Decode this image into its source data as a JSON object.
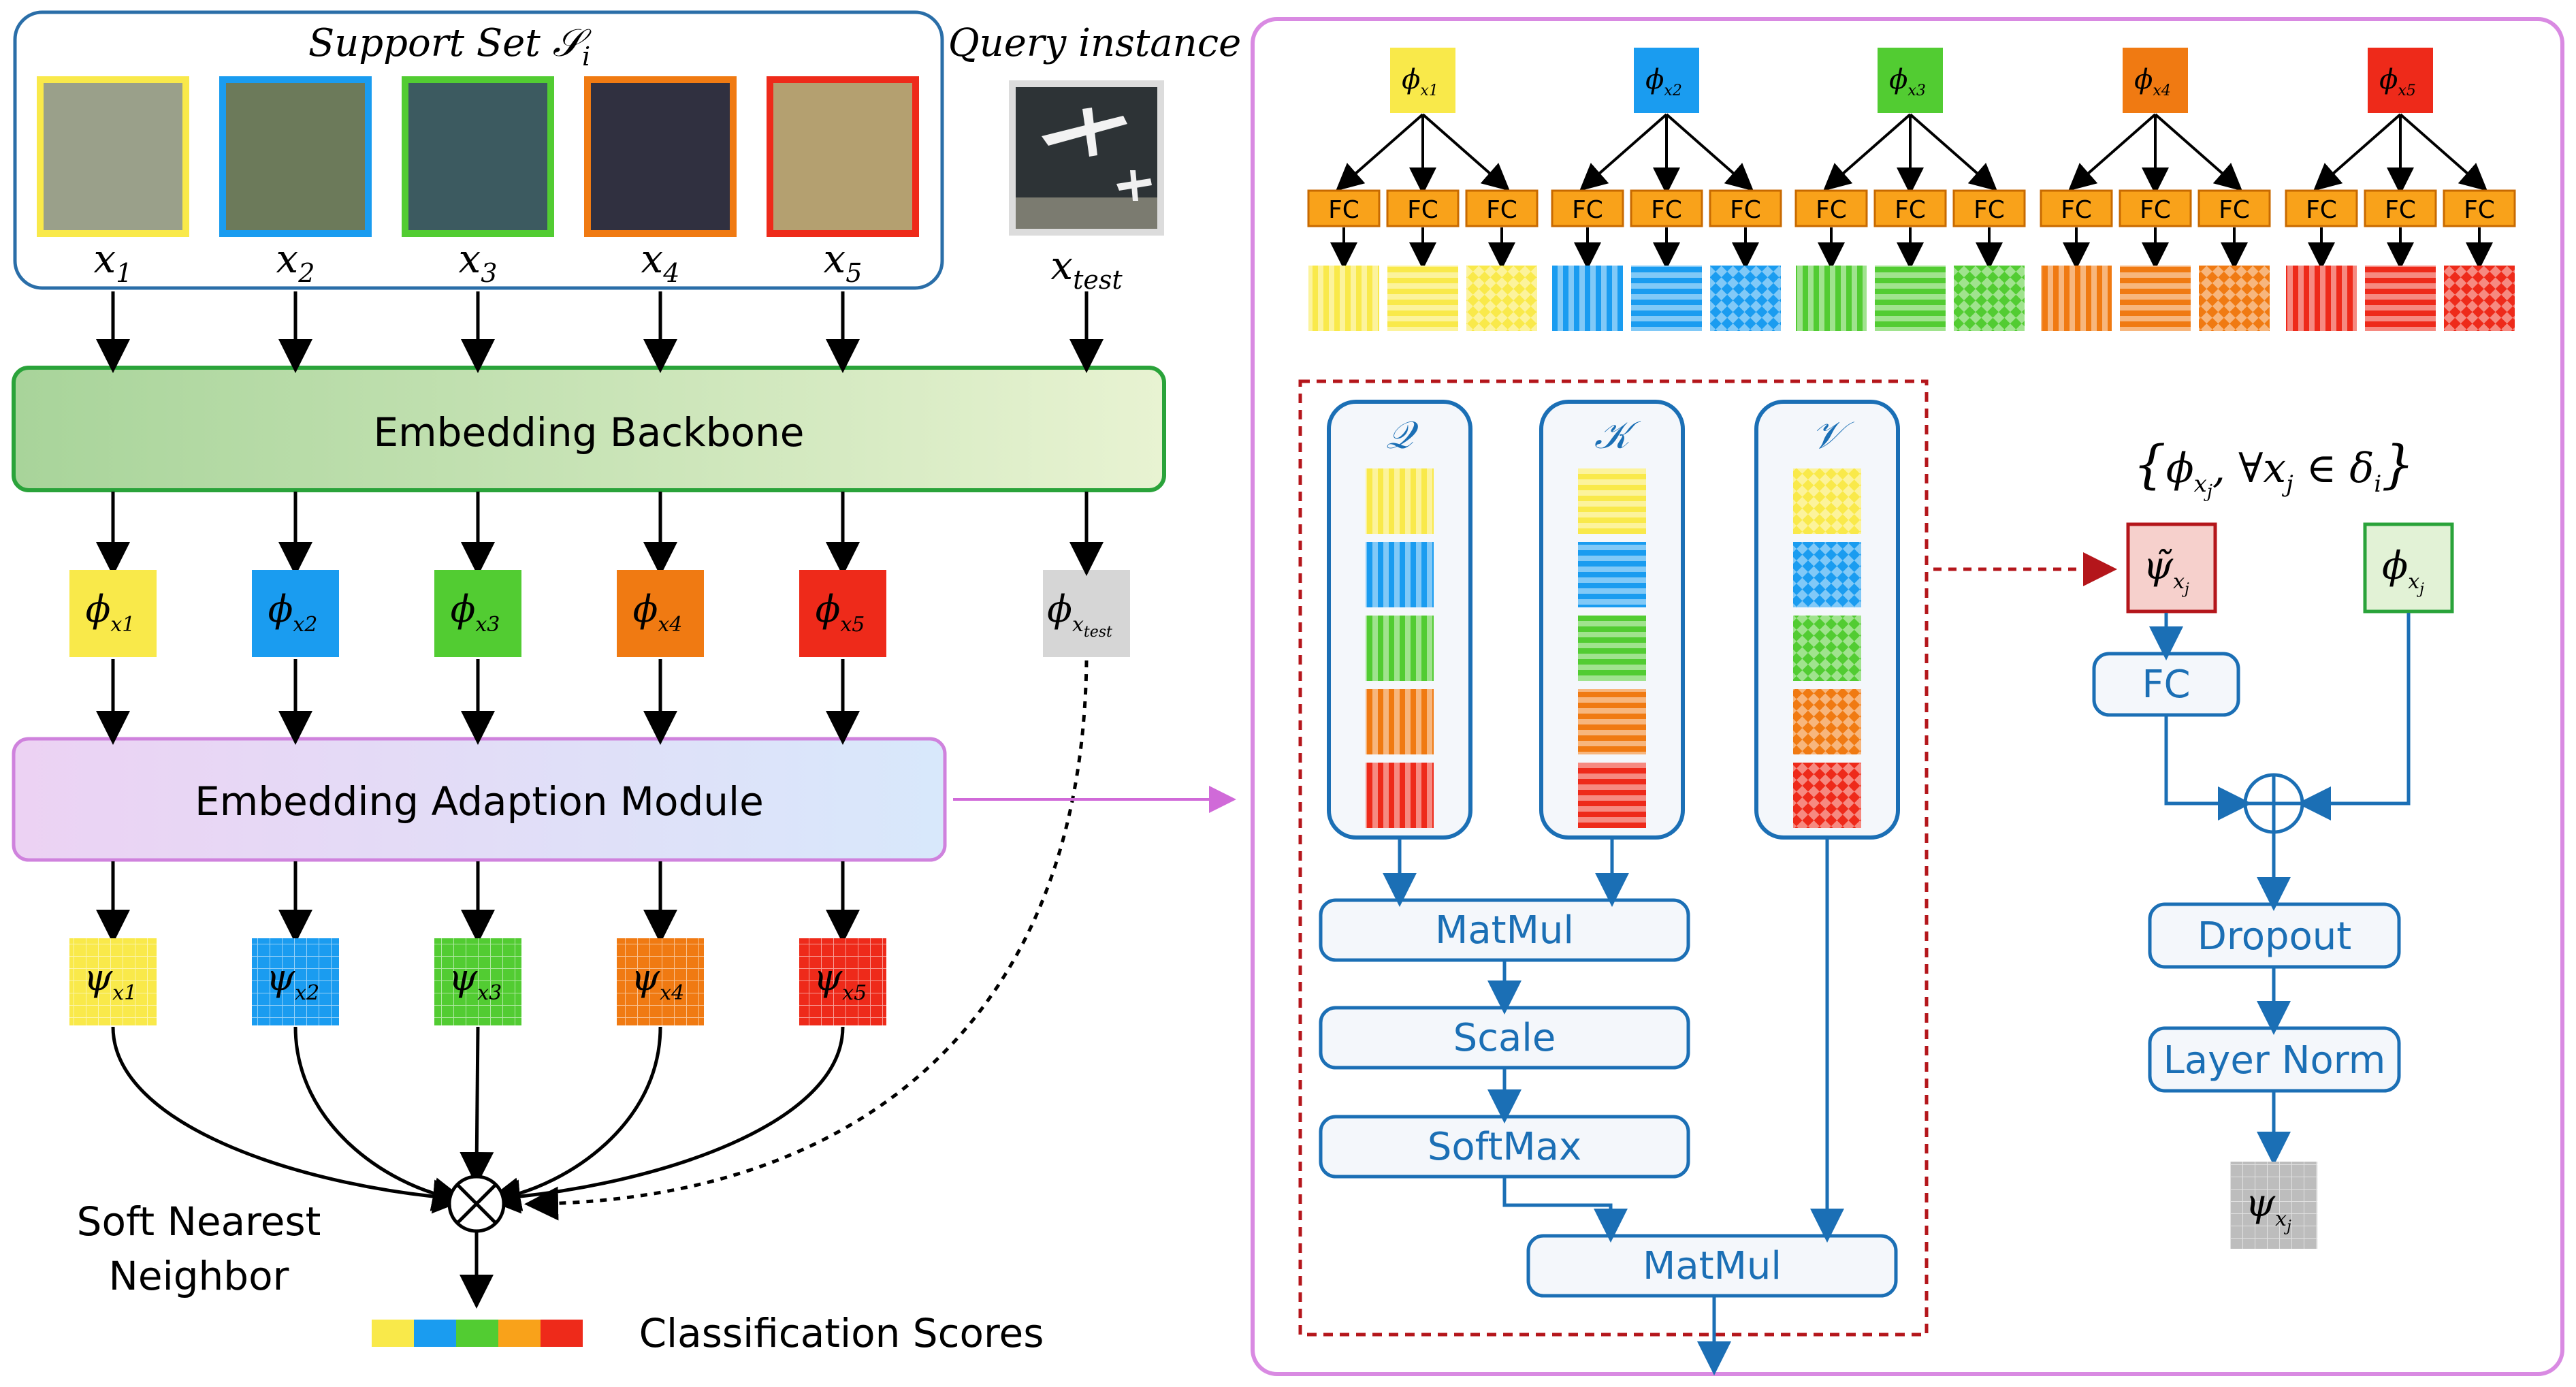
{
  "support_set": {
    "title": "Support Set 𝒮",
    "title_sub": "i",
    "items": [
      {
        "label": "x",
        "sub": "1",
        "color": "#f9e94a"
      },
      {
        "label": "x",
        "sub": "2",
        "color": "#1a9cf0"
      },
      {
        "label": "x",
        "sub": "3",
        "color": "#52cc32"
      },
      {
        "label": "x",
        "sub": "4",
        "color": "#f07a12"
      },
      {
        "label": "x",
        "sub": "5",
        "color": "#ee2a1a"
      }
    ]
  },
  "query": {
    "title": "Query instance",
    "label": "x",
    "sub": "test",
    "color": "#d6d6d6"
  },
  "modules": {
    "backbone": "Embedding Backbone",
    "adaption": "Embedding Adaption Module"
  },
  "phi": {
    "symbol": "ϕ"
  },
  "psi": {
    "symbol": "ψ"
  },
  "snn": {
    "line1": "Soft Nearest",
    "line2": "Neighbor"
  },
  "scores": {
    "label": "Classification Scores",
    "colors": [
      "#f9e94a",
      "#1a9cf0",
      "#52cc32",
      "#f9a21a",
      "#ee2a1a"
    ]
  },
  "fc_label": "FC",
  "attention": {
    "q_label": "𝒬",
    "k_label": "𝒦",
    "v_label": "𝒱",
    "matmul1": "MatMul",
    "scale": "Scale",
    "softmax": "SoftMax",
    "matmul2": "MatMul"
  },
  "residual": {
    "set_label_open": "{",
    "set_label_body": "ϕ",
    "set_label_mid": ", ∀x",
    "set_label_in": " ∈ δ",
    "set_label_close": "}",
    "tilde_psi": "ψ̃",
    "fc": "FC",
    "dropout": "Dropout",
    "layernorm": "Layer Norm"
  },
  "plus_symbol": "⊕",
  "times_symbol": "⊗"
}
